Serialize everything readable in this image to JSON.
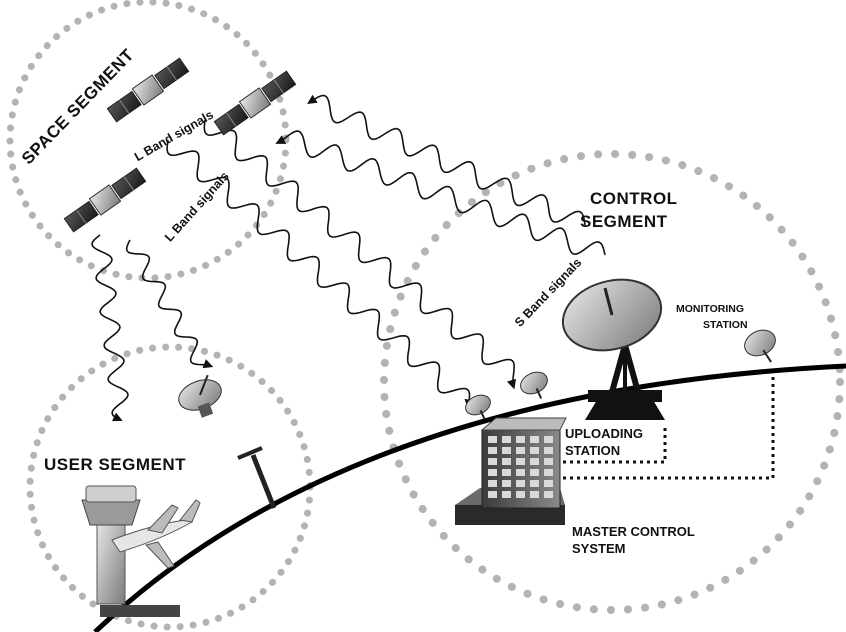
{
  "segments": {
    "space": "SPACE SEGMENT",
    "control_line1": "CONTROL",
    "control_line2": "SEGMENT",
    "user": "USER SEGMENT"
  },
  "signals": {
    "l_band_1": "L Band signals",
    "l_band_2": "L Band signals",
    "s_band": "S Band signals"
  },
  "stations": {
    "monitoring_line1": "MONITORING",
    "monitoring_line2": "STATION",
    "uploading_line1": "UPLOADING",
    "uploading_line2": "STATION",
    "master_line1": "MASTER CONTROL",
    "master_line2": "SYSTEM"
  }
}
